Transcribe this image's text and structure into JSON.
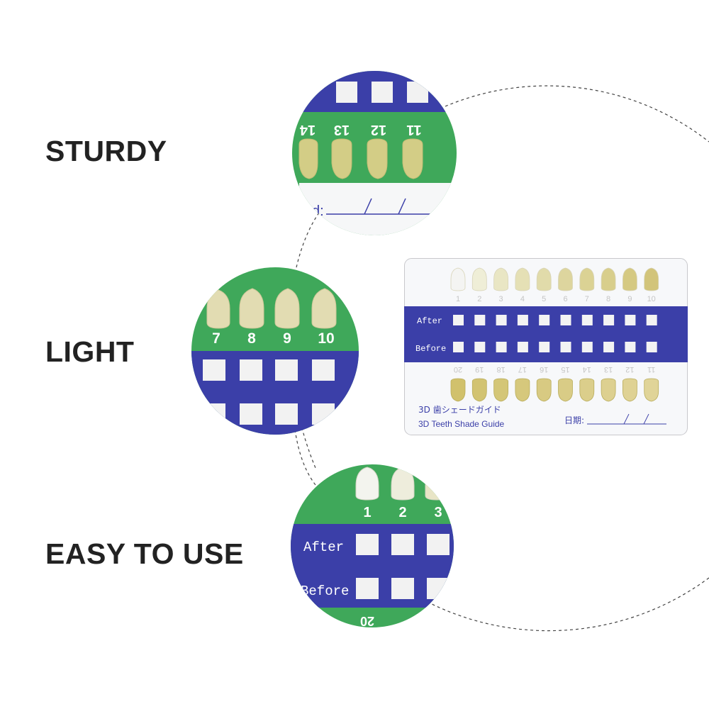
{
  "features": {
    "sturdy": "STURDY",
    "light": "LIGHT",
    "easy": "EASY TO USE"
  },
  "card": {
    "top_numbers": [
      "1",
      "2",
      "3",
      "4",
      "5",
      "6",
      "7",
      "8",
      "9",
      "10"
    ],
    "bottom_numbers": [
      "20",
      "19",
      "18",
      "17",
      "16",
      "15",
      "14",
      "13",
      "12",
      "11"
    ],
    "after_label": "After",
    "before_label": "Before",
    "title_jp": "3D 歯シェードガイド",
    "title_en": "3D Teeth Shade Guide",
    "date_label": "日期:",
    "top_tooth_colors": [
      "#f4f4f2",
      "#efeed7",
      "#e9e6c4",
      "#e5e0b5",
      "#e1dbaa",
      "#ddd59e",
      "#dbd294",
      "#d8ce8c",
      "#d5c982",
      "#d2c47a"
    ],
    "bottom_tooth_colors": [
      "#d1c16c",
      "#d2c372",
      "#d4c677",
      "#d6c87c",
      "#d8ca82",
      "#d9cc86",
      "#dbce8b",
      "#ddd090",
      "#dfd294",
      "#e0d498"
    ]
  },
  "zoom_sturdy": {
    "numbers": [
      "14",
      "13",
      "12",
      "11"
    ]
  },
  "zoom_light": {
    "numbers": [
      "7",
      "8",
      "9",
      "10"
    ]
  },
  "zoom_easy": {
    "numbers": [
      "1",
      "2",
      "3"
    ],
    "after_label": "After",
    "before_label": "Before",
    "bottom_number": "20"
  },
  "colors": {
    "band_blue": "#3b3fa8",
    "zoom_green": "#3fa85a",
    "text_dark": "#222222"
  }
}
